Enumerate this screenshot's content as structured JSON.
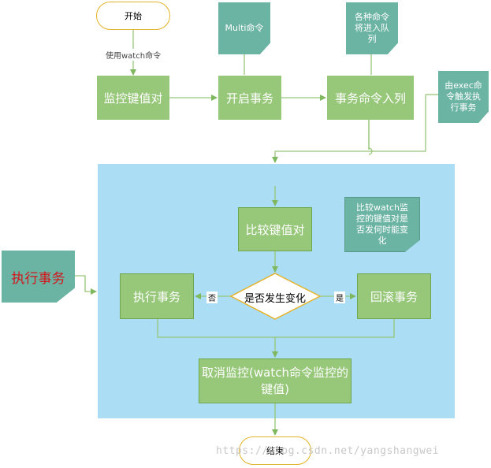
{
  "nodes": {
    "start": "开始",
    "monitor": "监控键值对",
    "open_tx": "开启事务",
    "enqueue": "事务命令入列",
    "compare": "比较键值对",
    "decision": "是否发生变化",
    "exec_tx": "执行事务",
    "rollback": "回滚事务",
    "unwatch_line1": "取消监控(watch命令监控的",
    "unwatch_line2": "键值)",
    "end": "结束"
  },
  "edge_labels": {
    "use_watch": "使用watch命令",
    "no": "否",
    "yes": "是"
  },
  "notes": {
    "multi": "Multi命令",
    "queue_line1": "各种命令",
    "queue_line2": "将进入队",
    "queue_line3": "列",
    "exec_line1": "由exec命",
    "exec_line2": "令触发执",
    "exec_line3": "行事务",
    "watch_line1": "比较watch监",
    "watch_line2": "控的键值对是",
    "watch_line3": "否发何时能变",
    "watch_line4": "化",
    "exec_external": "执行事务"
  },
  "watermark": "https://blog.csdn.net/yangshangwei",
  "colors": {
    "process_box": "#97c779",
    "note": "#6bb3a3",
    "region": "#abdef5",
    "terminator_border": "#e5b32a",
    "connector": "#97c779",
    "external_text": "#d4141a"
  }
}
